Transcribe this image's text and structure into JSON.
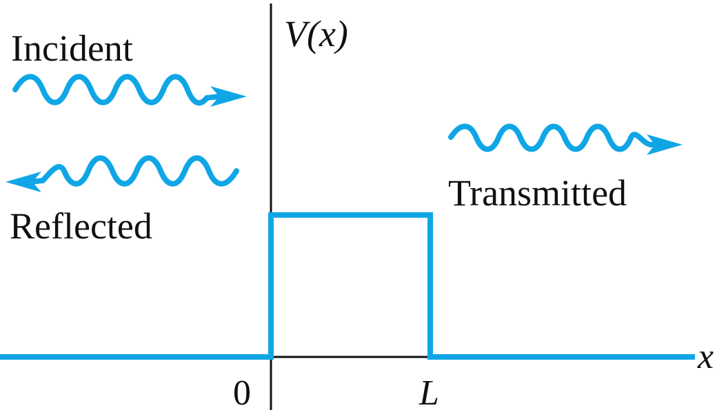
{
  "labels": {
    "incident": "Incident",
    "reflected": "Reflected",
    "transmitted": "Transmitted",
    "potential_axis": "V(x)",
    "x_axis": "x",
    "origin": "0",
    "barrier_width": "L"
  },
  "colors": {
    "wave": "#10a6e6",
    "axis": "#111111",
    "background": "#ffffff"
  },
  "icons": {
    "incident_wave": "wavy-arrow-right",
    "reflected_wave": "wavy-arrow-left",
    "transmitted_wave": "wavy-arrow-right"
  }
}
